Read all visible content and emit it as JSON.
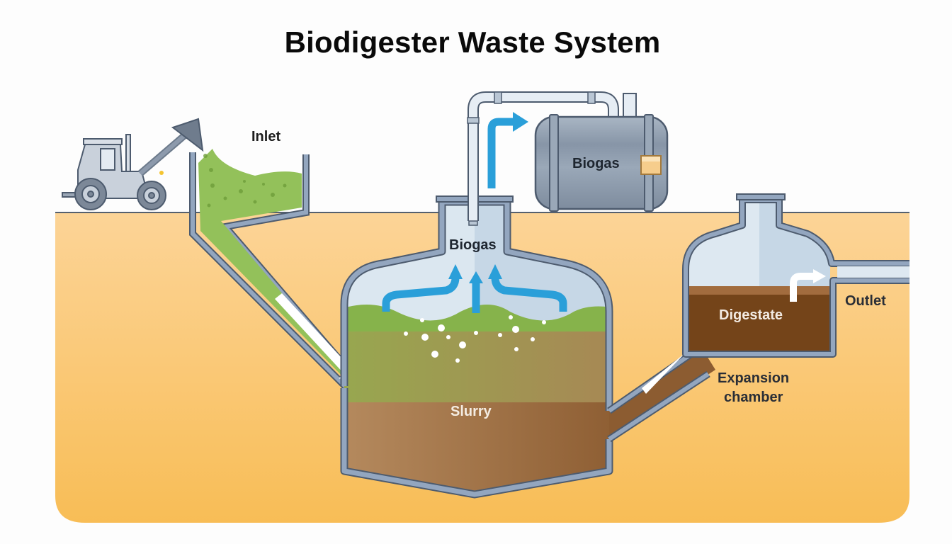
{
  "title": "Biodigester Waste System",
  "labels": {
    "inlet": "Inlet",
    "biogas_tank": "Biogas",
    "biogas_dome": "Biogas",
    "slurry": "Slurry",
    "digestate": "Digestate",
    "outlet": "Outlet",
    "expansion_line1": "Expansion",
    "expansion_line2": "chamber"
  },
  "colors": {
    "ground": "#f8c978",
    "wall": "#8ea2bb",
    "wall_edge": "#4d5b6e",
    "gas": "#dbe7f0",
    "feedstock_green": "#8dbb4f",
    "slurry_brown": "#a4774c",
    "digestate_brown": "#744419",
    "flow_arrow_blue": "#2a9fd9",
    "flow_arrow_white": "#ffffff",
    "tank_body": "#8e9cad"
  }
}
